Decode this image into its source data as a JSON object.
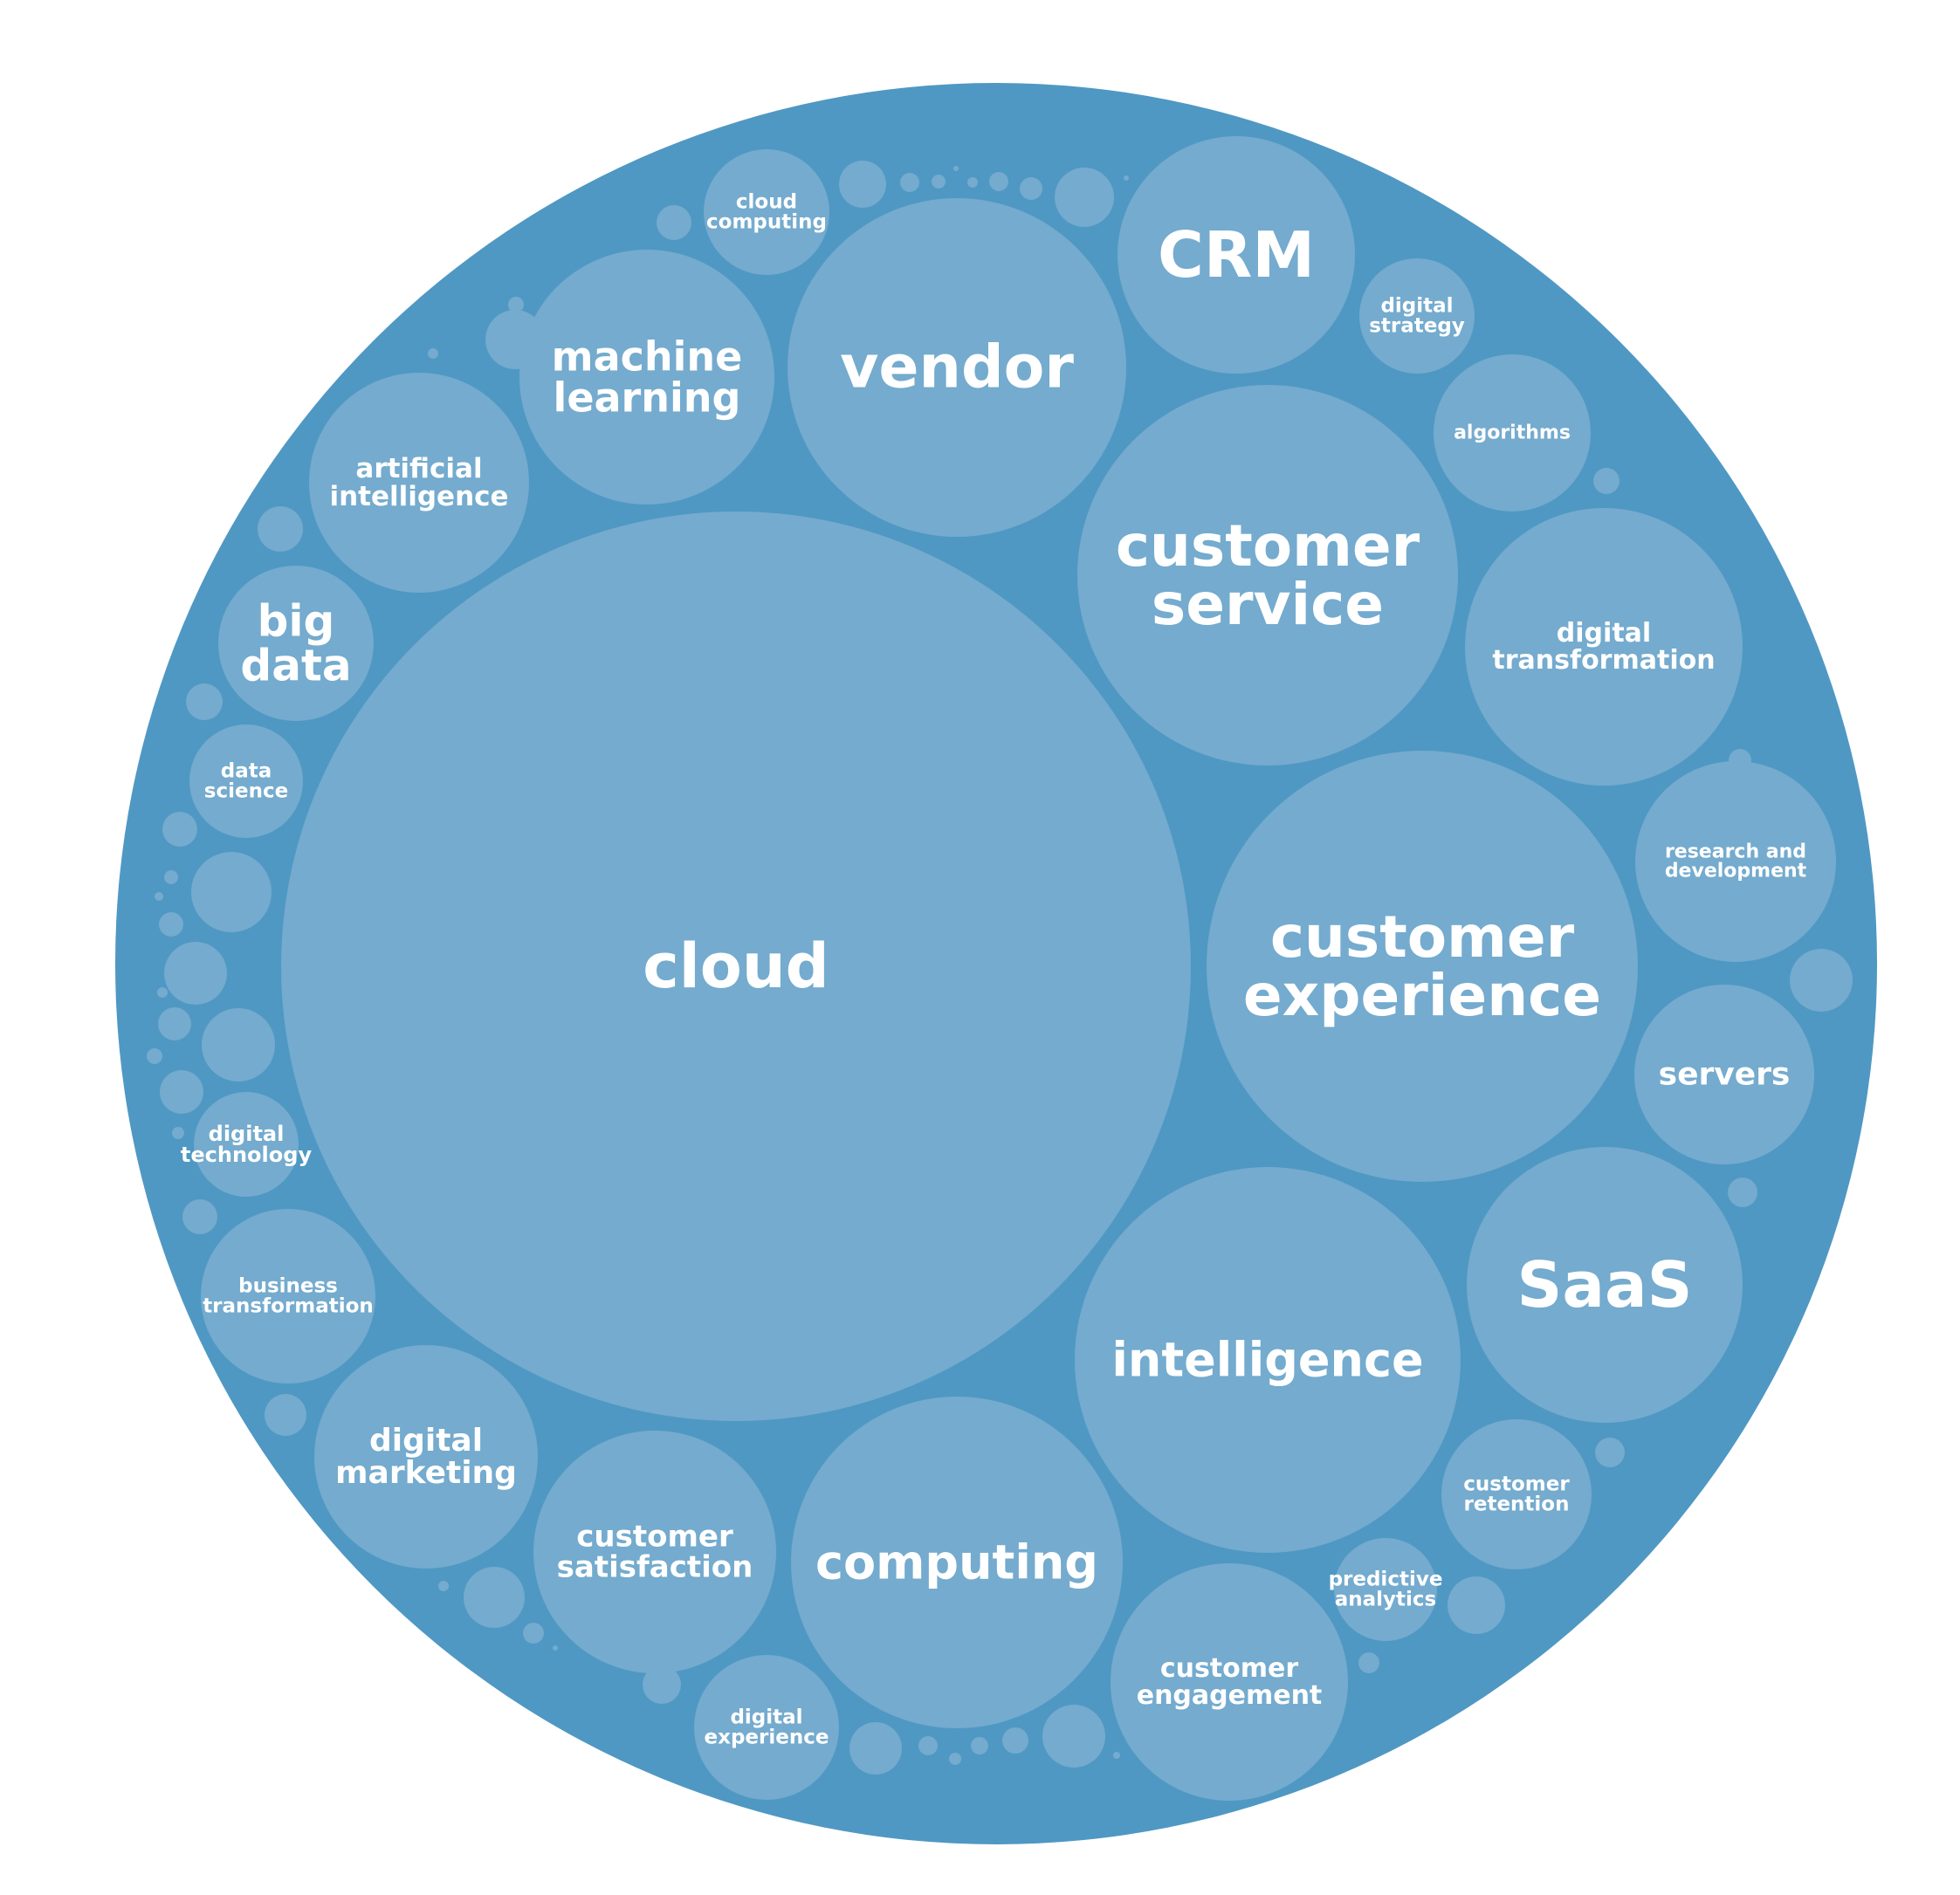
{
  "colors": {
    "background": "#ffffff",
    "outer_circle": "#4f98c3",
    "bubble": "#74abce",
    "label": "#ffffff"
  },
  "diagram": {
    "type": "circle-packing",
    "bubbles": [
      {
        "label": [
          "cloud"
        ],
        "rank": 1
      },
      {
        "label": [
          "customer",
          "experience"
        ],
        "rank": 2
      },
      {
        "label": [
          "intelligence"
        ],
        "rank": 3
      },
      {
        "label": [
          "customer",
          "service"
        ],
        "rank": 4
      },
      {
        "label": [
          "vendor"
        ],
        "rank": 5
      },
      {
        "label": [
          "computing"
        ],
        "rank": 6
      },
      {
        "label": [
          "digital",
          "transformation"
        ],
        "rank": 7
      },
      {
        "label": [
          "SaaS"
        ],
        "rank": 8
      },
      {
        "label": [
          "machine",
          "learning"
        ],
        "rank": 9
      },
      {
        "label": [
          "customer",
          "satisfaction"
        ],
        "rank": 10
      },
      {
        "label": [
          "CRM"
        ],
        "rank": 11
      },
      {
        "label": [
          "customer",
          "engagement"
        ],
        "rank": 12
      },
      {
        "label": [
          "digital",
          "marketing"
        ],
        "rank": 13
      },
      {
        "label": [
          "artificial",
          "intelligence"
        ],
        "rank": 14
      },
      {
        "label": [
          "research and",
          "development"
        ],
        "rank": 15
      },
      {
        "label": [
          "servers"
        ],
        "rank": 16
      },
      {
        "label": [
          "business",
          "transformation"
        ],
        "rank": 17
      },
      {
        "label": [
          "algorithms"
        ],
        "rank": 18
      },
      {
        "label": [
          "big",
          "data"
        ],
        "rank": 19
      },
      {
        "label": [
          "customer",
          "retention"
        ],
        "rank": 20
      },
      {
        "label": [
          "digital",
          "experience"
        ],
        "rank": 21
      },
      {
        "label": [
          "cloud",
          "computing"
        ],
        "rank": 22
      },
      {
        "label": [
          "digital",
          "strategy"
        ],
        "rank": 23
      },
      {
        "label": [
          "data",
          "science"
        ],
        "rank": 24
      },
      {
        "label": [
          "digital",
          "technology"
        ],
        "rank": 25
      },
      {
        "label": [
          "predictive",
          "analytics"
        ],
        "rank": 26
      }
    ]
  }
}
